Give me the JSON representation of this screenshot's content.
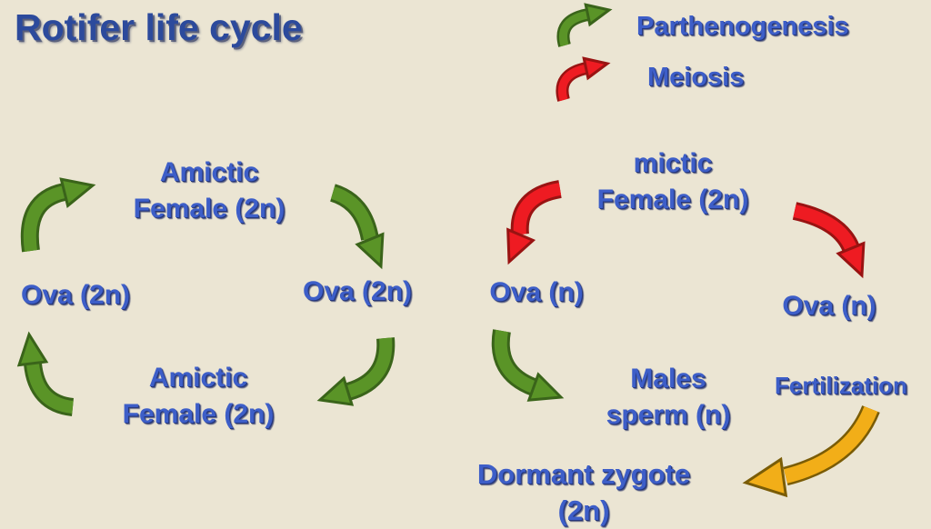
{
  "title": "Rotifer life cycle",
  "legend": {
    "parthenogenesis": {
      "label": "Parthenogenesis",
      "arrow_color": "green"
    },
    "meiosis": {
      "label": "Meiosis",
      "arrow_color": "red"
    }
  },
  "nodes": {
    "amictic_female_top": {
      "line1": "Amictic",
      "line2": "Female (2n)"
    },
    "ova_2n_left": {
      "line1": "Ova (2n)"
    },
    "ova_2n_right": {
      "line1": "Ova (2n)"
    },
    "amictic_female_bottom": {
      "line1": "Amictic",
      "line2": "Female (2n)"
    },
    "mictic_female": {
      "line1": "mictic",
      "line2": "Female (2n)"
    },
    "ova_n_left": {
      "line1": "Ova (n)"
    },
    "ova_n_right": {
      "line1": "Ova (n)"
    },
    "males_sperm": {
      "line1": "Males",
      "line2": "sperm (n)"
    },
    "fertilization": {
      "line1": "Fertilization"
    },
    "dormant_zygote": {
      "line1": "Dormant zygote",
      "line2": "(2n)"
    }
  },
  "edges": [
    {
      "from": "Ova (2n)",
      "to": "Amictic Female (2n)",
      "process": "parthenogenesis",
      "color": "green"
    },
    {
      "from": "Amictic Female (2n)",
      "to": "Ova (2n)",
      "process": "parthenogenesis",
      "color": "green"
    },
    {
      "from": "Ova (2n)",
      "to": "Amictic Female (2n)",
      "process": "parthenogenesis",
      "color": "green"
    },
    {
      "from": "Amictic Female (2n)",
      "to": "Ova (2n)",
      "process": "parthenogenesis",
      "color": "green"
    },
    {
      "from": "mictic Female (2n)",
      "to": "Ova (n)",
      "process": "meiosis",
      "color": "red"
    },
    {
      "from": "mictic Female (2n)",
      "to": "Ova (n)",
      "process": "meiosis",
      "color": "red"
    },
    {
      "from": "Ova (n)",
      "to": "Males sperm (n)",
      "process": "parthenogenesis",
      "color": "green"
    },
    {
      "from": "Ova (n)",
      "to": "Dormant zygote (2n)",
      "process": "fertilization",
      "color": "yellow"
    }
  ],
  "colors": {
    "bg": "#ebe5d3",
    "title_blue": "#2c4a9c",
    "label_blue": "#3d5ec8",
    "label_shadow": "#24367c",
    "green": "#5a9427",
    "green_dark": "#3a641a",
    "red": "#ee1b22",
    "red_dark": "#991312",
    "yellow": "#f2ae18",
    "yellow_dark": "#7a5c06"
  }
}
